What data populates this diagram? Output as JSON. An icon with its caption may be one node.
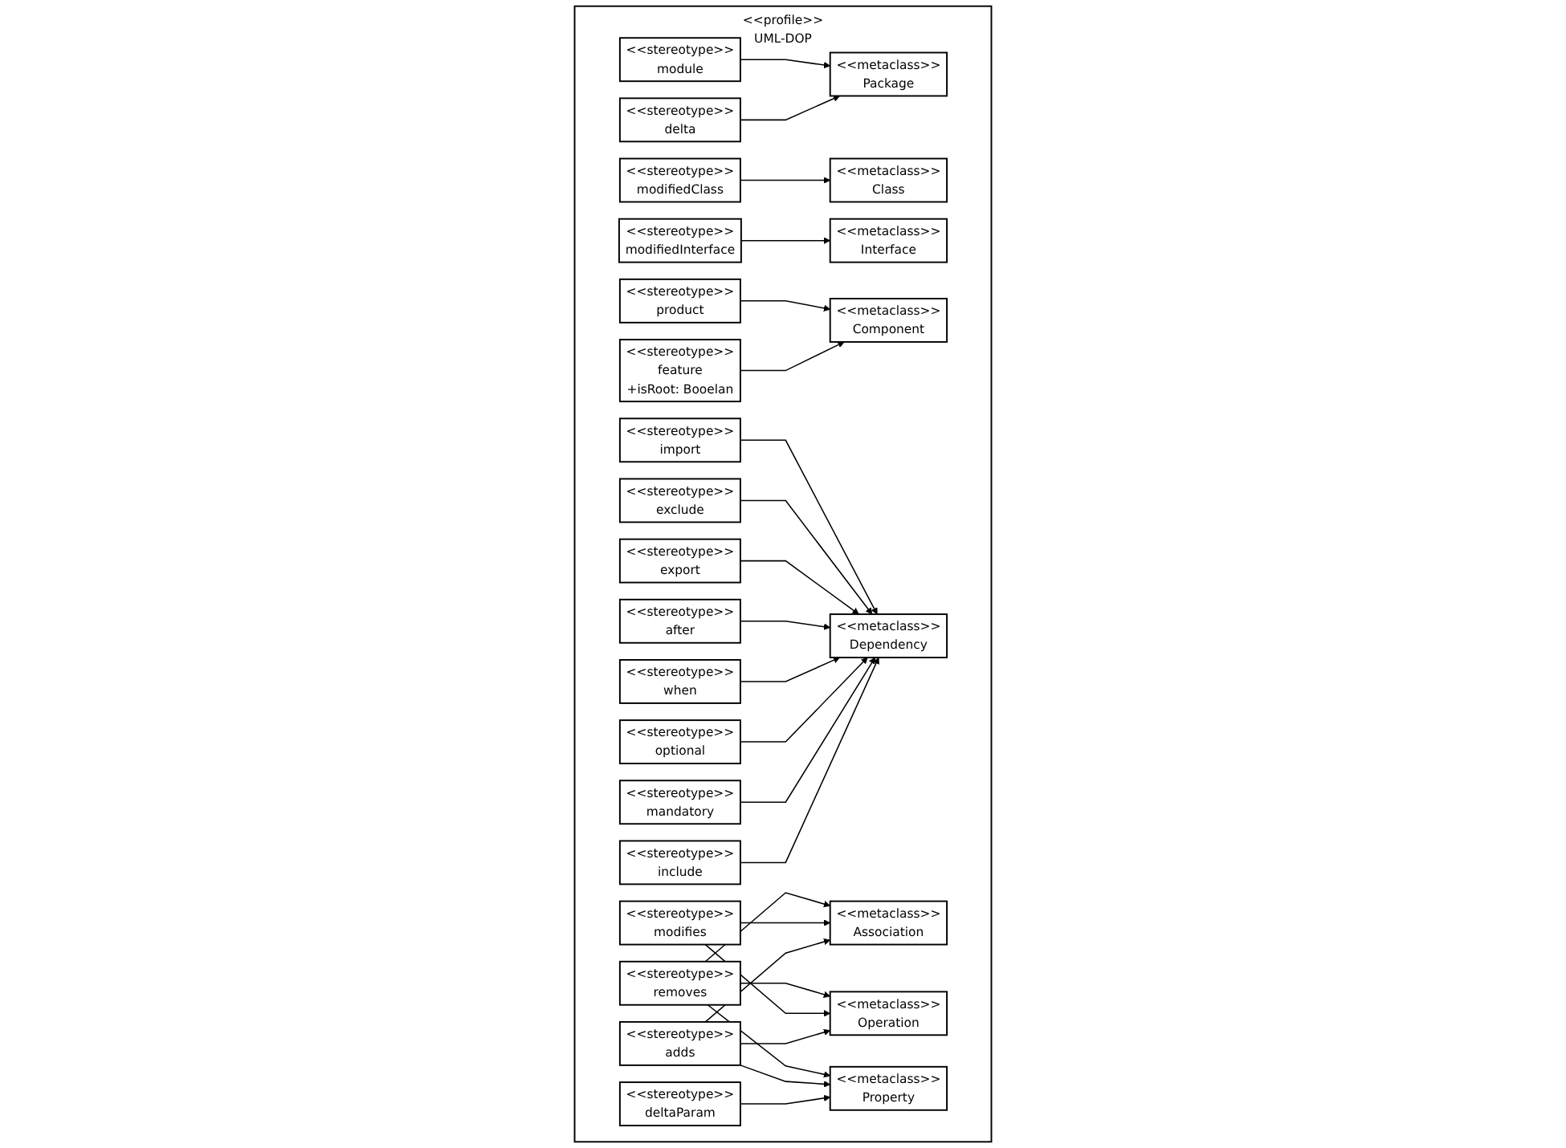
{
  "diagram": {
    "nodes": [
      {
        "text": [
          "<<profile>>",
          "UML-DOP"
        ]
      },
      {
        "text": [
          "<<metaclass>>",
          "Package"
        ],
        "in": 0
      },
      {
        "text": [
          "<<metaclass>>",
          "Class"
        ],
        "in": 0
      },
      {
        "text": [
          "<<metaclass>>",
          "Interface"
        ],
        "in": 0
      },
      {
        "text": [
          "<<metaclass>>",
          "Component"
        ],
        "in": 0
      },
      {
        "text": [
          "<<stereotype>>",
          "module"
        ],
        "in": 0
      },
      {
        "text": [
          "<<stereotype>>",
          "delta"
        ],
        "in": 0
      },
      {
        "text": [
          "<<stereotype>>",
          "modifiedClass"
        ],
        "in": 0
      },
      {
        "text": [
          "<<stereotype>>",
          "modifiedInterface"
        ],
        "in": 0
      },
      {
        "text": [
          "<<stereotype>>",
          "product"
        ],
        "in": 0
      },
      {
        "text": [
          "<<stereotype>>",
          "feature",
          "+isRoot: Booelan"
        ],
        "in": 0
      },
      {
        "text": [
          "<<metaclass>>",
          "Dependency"
        ],
        "in": 0
      },
      {
        "text": [
          "<<stereotype>>",
          "import"
        ],
        "in": 0
      },
      {
        "text": [
          "<<stereotype>>",
          "exclude"
        ],
        "in": 0
      },
      {
        "text": [
          "<<stereotype>>",
          "export"
        ],
        "in": 0
      },
      {
        "text": [
          "<<stereotype>>",
          "after"
        ],
        "in": 0
      },
      {
        "text": [
          "<<stereotype>>",
          "when"
        ],
        "in": 0
      },
      {
        "text": [
          "<<stereotype>>",
          "optional"
        ],
        "in": 0
      },
      {
        "text": [
          "<<stereotype>>",
          "mandatory"
        ],
        "in": 0
      },
      {
        "text": [
          "<<stereotype>>",
          "include"
        ],
        "in": 0
      },
      {
        "text": [
          "<<metaclass>>",
          "Association"
        ],
        "in": 0
      },
      {
        "text": [
          "<<metaclass>>",
          "Operation"
        ],
        "in": 0
      },
      {
        "text": [
          "<<metaclass>>",
          "Property"
        ],
        "in": 0
      },
      {
        "text": [
          "<<stereotype>>",
          "removes"
        ],
        "in": 0
      },
      {
        "text": [
          "<<stereotype>>",
          "modifies"
        ],
        "in": 0
      },
      {
        "text": [
          "<<stereotype>>",
          "adds"
        ],
        "in": 0
      },
      {
        "text": [
          "<<stereotype>>",
          "deltaParam"
        ],
        "in": 0
      }
    ],
    "edges": [
      {
        "from": 5,
        "to": 1,
        "arrow": "to"
      },
      {
        "from": 6,
        "to": 1,
        "arrow": "to"
      },
      {
        "from": 7,
        "to": 2,
        "arrow": "to"
      },
      {
        "from": 8,
        "to": 3,
        "arrow": "to"
      },
      {
        "from": 9,
        "to": 4,
        "arrow": "to"
      },
      {
        "from": 10,
        "to": 4,
        "arrow": "to"
      },
      {
        "from": 12,
        "to": 11,
        "arrow": "to"
      },
      {
        "from": 13,
        "to": 11,
        "arrow": "to"
      },
      {
        "from": 14,
        "to": 11,
        "arrow": "to"
      },
      {
        "from": 15,
        "to": 11,
        "arrow": "to"
      },
      {
        "from": 16,
        "to": 11,
        "arrow": "to"
      },
      {
        "from": 17,
        "to": 11,
        "arrow": "to"
      },
      {
        "from": 18,
        "to": 11,
        "arrow": "to"
      },
      {
        "from": 19,
        "to": 11,
        "arrow": "to"
      },
      {
        "from": 23,
        "to": 20,
        "arrow": "to"
      },
      {
        "from": 23,
        "to": 21,
        "arrow": "to"
      },
      {
        "from": 23,
        "to": 22,
        "arrow": "to"
      },
      {
        "from": 24,
        "to": 20,
        "arrow": "to"
      },
      {
        "from": 24,
        "to": 21,
        "arrow": "to"
      },
      {
        "from": 25,
        "to": 20,
        "arrow": "to"
      },
      {
        "from": 25,
        "to": 21,
        "arrow": "to"
      },
      {
        "from": 25,
        "to": 22,
        "arrow": "to"
      },
      {
        "from": 26,
        "to": 22,
        "arrow": "to"
      }
    ]
  }
}
